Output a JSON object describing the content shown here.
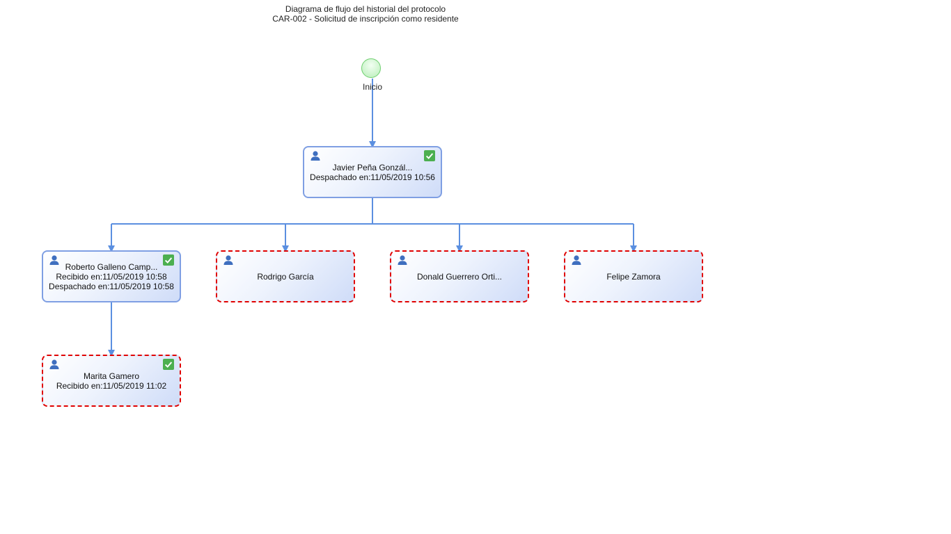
{
  "header": {
    "title": "Diagrama de flujo del historial del protocolo",
    "subtitle": "CAR-002 - Solicitud de inscripción como residente"
  },
  "start": {
    "label": "Inicio",
    "color": "#c9f3c9"
  },
  "colors": {
    "edge": "#5b8fe0",
    "node_border": "#7f9fe3",
    "pending_border": "#e00000",
    "user_icon": "#3f6fbf",
    "check": "#4caf50"
  },
  "nodes": [
    {
      "id": "javier",
      "name": "Javier Peña Gonzál...",
      "lines": [
        "Despachado en:11/05/2019 10:56"
      ],
      "status": "done",
      "checked": true
    },
    {
      "id": "roberto",
      "name": "Roberto Galleno Camp...",
      "lines": [
        "Recibido en:11/05/2019 10:58",
        "Despachado en:11/05/2019 10:58"
      ],
      "status": "done",
      "checked": true
    },
    {
      "id": "rodrigo",
      "name": "Rodrigo García",
      "lines": [],
      "status": "pending",
      "checked": false
    },
    {
      "id": "donald",
      "name": "Donald Guerrero Orti...",
      "lines": [],
      "status": "pending",
      "checked": false
    },
    {
      "id": "felipe",
      "name": "Felipe Zamora",
      "lines": [],
      "status": "pending",
      "checked": false
    },
    {
      "id": "marita",
      "name": "Marita Gamero",
      "lines": [
        "Recibido en:11/05/2019 11:02"
      ],
      "status": "pending",
      "checked": true
    }
  ],
  "edges": [
    {
      "from": "start",
      "to": "javier"
    },
    {
      "from": "javier",
      "to": "roberto"
    },
    {
      "from": "javier",
      "to": "rodrigo"
    },
    {
      "from": "javier",
      "to": "donald"
    },
    {
      "from": "javier",
      "to": "felipe"
    },
    {
      "from": "roberto",
      "to": "marita"
    }
  ]
}
